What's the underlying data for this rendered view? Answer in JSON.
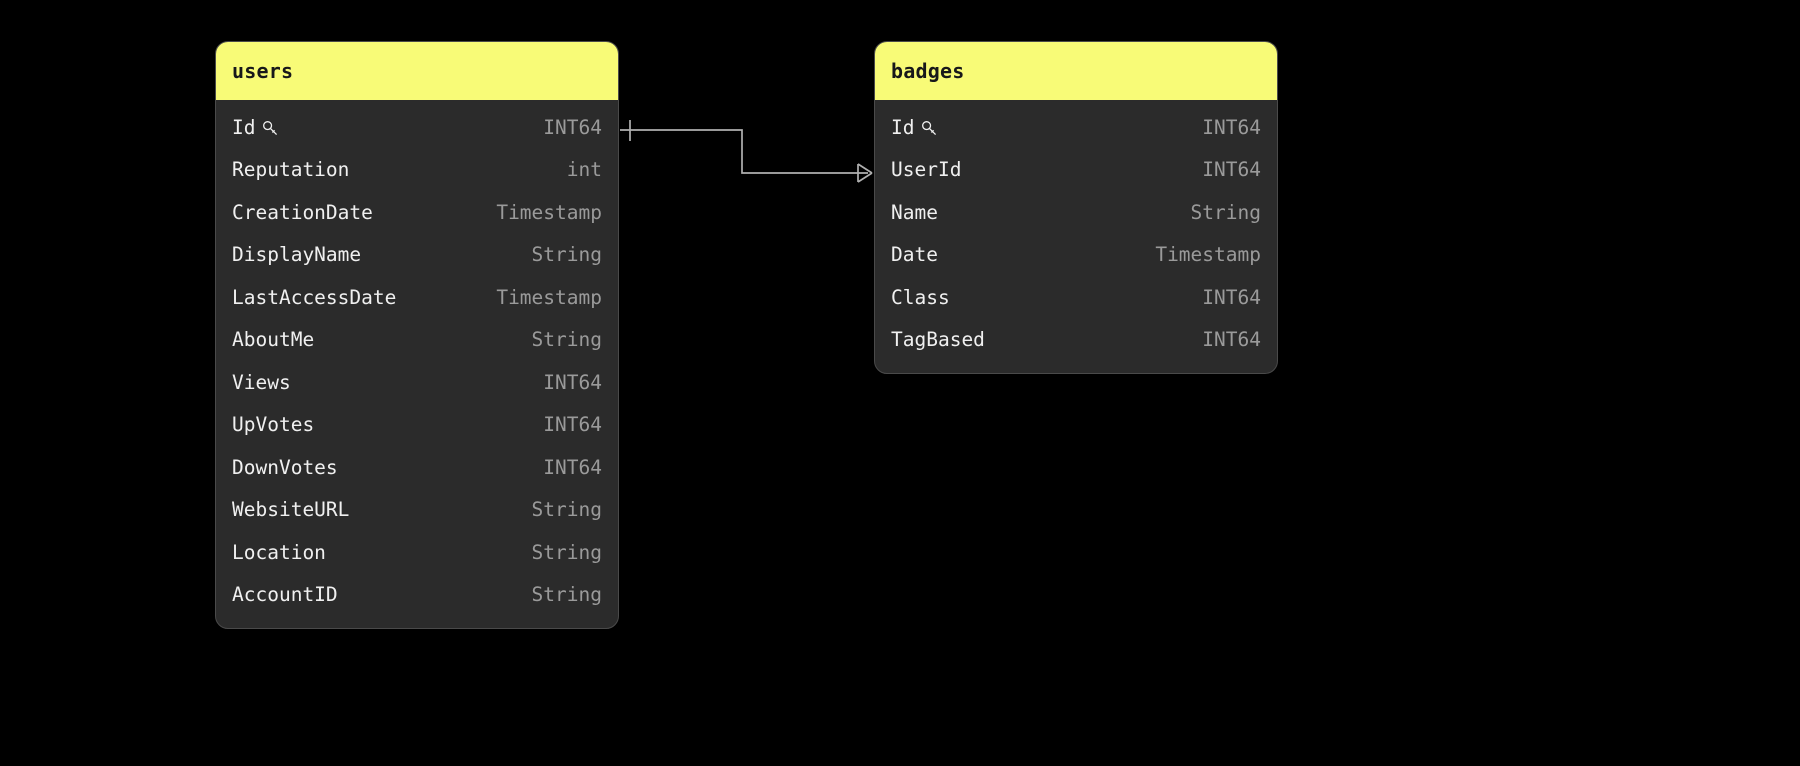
{
  "diagram": {
    "type": "entity-relationship-diagram",
    "background_color": "#000000",
    "header_color": "#f8fb77",
    "card_color": "#2b2b2b",
    "border_color": "#4a4a4a",
    "field_name_color": "#f0f0f0",
    "field_type_color": "#9a9a9a",
    "connector_color": "#b0b0b0"
  },
  "entities": [
    {
      "name": "users",
      "fields": [
        {
          "name": "Id",
          "type": "INT64",
          "primary_key": true,
          "key_icon": "key-icon"
        },
        {
          "name": "Reputation",
          "type": "int",
          "primary_key": false
        },
        {
          "name": "CreationDate",
          "type": "Timestamp",
          "primary_key": false
        },
        {
          "name": "DisplayName",
          "type": "String",
          "primary_key": false
        },
        {
          "name": "LastAccessDate",
          "type": "Timestamp",
          "primary_key": false
        },
        {
          "name": "AboutMe",
          "type": "String",
          "primary_key": false
        },
        {
          "name": "Views",
          "type": "INT64",
          "primary_key": false
        },
        {
          "name": "UpVotes",
          "type": "INT64",
          "primary_key": false
        },
        {
          "name": "DownVotes",
          "type": "INT64",
          "primary_key": false
        },
        {
          "name": "WebsiteURL",
          "type": "String",
          "primary_key": false
        },
        {
          "name": "Location",
          "type": "String",
          "primary_key": false
        },
        {
          "name": "AccountID",
          "type": "String",
          "primary_key": false
        }
      ]
    },
    {
      "name": "badges",
      "fields": [
        {
          "name": "Id",
          "type": "INT64",
          "primary_key": true,
          "key_icon": "key-icon"
        },
        {
          "name": "UserId",
          "type": "INT64",
          "primary_key": false
        },
        {
          "name": "Name",
          "type": "String",
          "primary_key": false
        },
        {
          "name": "Date",
          "type": "Timestamp",
          "primary_key": false
        },
        {
          "name": "Class",
          "type": "INT64",
          "primary_key": false
        },
        {
          "name": "TagBased",
          "type": "INT64",
          "primary_key": false
        }
      ]
    }
  ],
  "relationships": [
    {
      "from_entity": "users",
      "from_field": "Id",
      "to_entity": "badges",
      "to_field": "UserId",
      "from_cardinality": "one",
      "to_cardinality": "many",
      "from_marker": "one-tick",
      "to_marker": "crows-foot"
    }
  ]
}
